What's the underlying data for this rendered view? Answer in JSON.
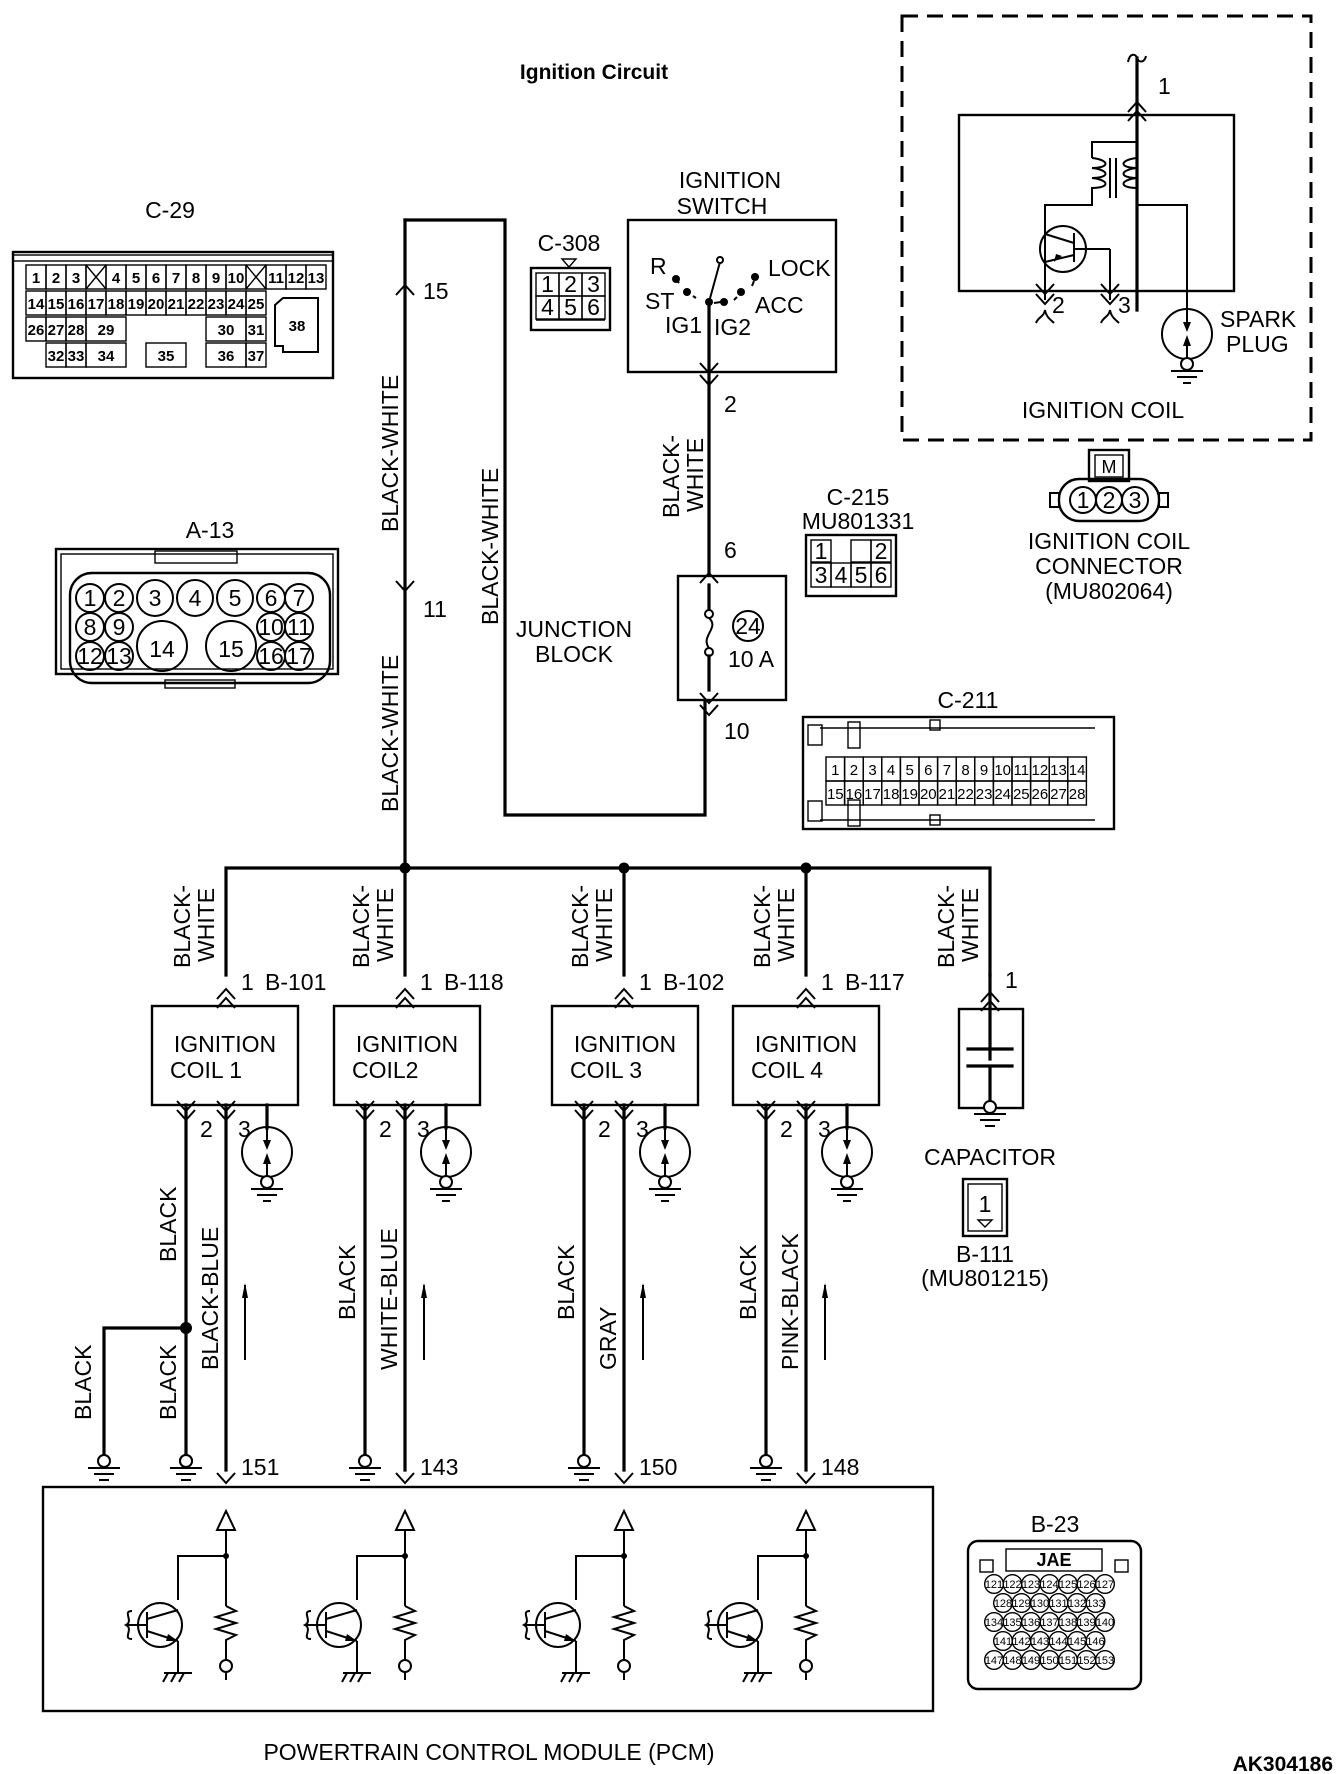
{
  "title": "Ignition Circuit",
  "figure_id": "AK304186",
  "ignition_switch": {
    "label_line1": "IGNITION",
    "label_line2": "SWITCH",
    "positions": [
      "R",
      "ST",
      "IG1",
      "IG2",
      "ACC",
      "LOCK"
    ],
    "output_pin": "2"
  },
  "junction_block": {
    "label_line1": "JUNCTION",
    "label_line2": "BLOCK",
    "fuse_number": "24",
    "fuse_rating": "10 A",
    "in_pin": "6",
    "out_pin": "10"
  },
  "wire_pins": {
    "a13_in": "15",
    "a13_out": "11"
  },
  "wire_colors": {
    "main": "BLACK-WHITE",
    "bw_line1": "BLACK-",
    "bw_line2": "WHITE",
    "black": "BLACK"
  },
  "coils": [
    {
      "label_line1": "IGNITION",
      "label_line2": "COIL 1",
      "connector": "B-101",
      "pin1": "1",
      "pin2": "2",
      "pin3": "3",
      "wire2": "BLACK",
      "wire3": "BLACK-BLUE",
      "pcm_pin": "151"
    },
    {
      "label_line1": "IGNITION",
      "label_line2": "COIL2",
      "connector": "B-118",
      "pin1": "1",
      "pin2": "2",
      "pin3": "3",
      "wire2": "BLACK",
      "wire3": "WHITE-BLUE",
      "pcm_pin": "143"
    },
    {
      "label_line1": "IGNITION",
      "label_line2": "COIL 3",
      "connector": "B-102",
      "pin1": "1",
      "pin2": "2",
      "pin3": "3",
      "wire2": "BLACK",
      "wire3": "GRAY",
      "pcm_pin": "150"
    },
    {
      "label_line1": "IGNITION",
      "label_line2": "COIL 4",
      "connector": "B-117",
      "pin1": "1",
      "pin2": "2",
      "pin3": "3",
      "wire2": "BLACK",
      "wire3": "PINK-BLACK",
      "pcm_pin": "148"
    }
  ],
  "coil1_extra_grounds": [
    "BLACK",
    "BLACK"
  ],
  "capacitor": {
    "label": "CAPACITOR",
    "pin": "1",
    "connector": "B-111",
    "part_no": "(MU801215)",
    "connector_pin": "1"
  },
  "pcm": {
    "label": "POWERTRAIN CONTROL MODULE (PCM)"
  },
  "ignition_coil_detail": {
    "label": "IGNITION COIL",
    "pins": [
      "1",
      "2",
      "3"
    ],
    "spark_plug_line1": "SPARK",
    "spark_plug_line2": "PLUG",
    "connector_line1": "IGNITION COIL",
    "connector_line2": "CONNECTOR",
    "connector_part": "(MU802064)",
    "connector_pins": [
      "1",
      "2",
      "3"
    ],
    "connector_key": "M"
  },
  "connectors": {
    "c29": {
      "name": "C-29",
      "row1": [
        "1",
        "2",
        "3",
        "4",
        "5",
        "6",
        "7",
        "8",
        "9",
        "10",
        "11",
        "12",
        "13"
      ],
      "row2": [
        "14",
        "15",
        "16",
        "17",
        "18",
        "19",
        "20",
        "21",
        "22",
        "23",
        "24",
        "25"
      ],
      "row3": [
        "26",
        "27",
        "28",
        "29",
        "30",
        "31"
      ],
      "row4": [
        "32",
        "33",
        "34",
        "35",
        "36",
        "37"
      ],
      "big": "38"
    },
    "a13": {
      "name": "A-13",
      "row1": [
        "1",
        "2",
        "3",
        "4",
        "5",
        "6",
        "7"
      ],
      "row2": [
        "8",
        "9",
        "10",
        "11"
      ],
      "row3": [
        "12",
        "13",
        "16",
        "17"
      ],
      "large": [
        "14",
        "15"
      ]
    },
    "c308": {
      "name": "C-308",
      "pins": [
        "1",
        "2",
        "3",
        "4",
        "5",
        "6"
      ]
    },
    "c215": {
      "name": "C-215",
      "part_no": "MU801331",
      "top": [
        "1",
        "2"
      ],
      "bottom": [
        "3",
        "4",
        "5",
        "6"
      ]
    },
    "c211": {
      "name": "C-211",
      "row1": [
        "1",
        "2",
        "3",
        "4",
        "5",
        "6",
        "7",
        "8",
        "9",
        "10",
        "11",
        "12",
        "13",
        "14"
      ],
      "row2": [
        "15",
        "16",
        "17",
        "18",
        "19",
        "20",
        "21",
        "22",
        "23",
        "24",
        "25",
        "26",
        "27",
        "28"
      ]
    },
    "b23": {
      "name": "B-23",
      "maker": "JAE",
      "rows": [
        [
          "121",
          "122",
          "123",
          "124",
          "125",
          "126",
          "127"
        ],
        [
          "128",
          "129",
          "130",
          "131",
          "132",
          "133"
        ],
        [
          "134",
          "135",
          "136",
          "137",
          "138",
          "139",
          "140"
        ],
        [
          "141",
          "142",
          "143",
          "144",
          "145",
          "146"
        ],
        [
          "147",
          "148",
          "149",
          "150",
          "151",
          "152",
          "153"
        ]
      ]
    }
  }
}
